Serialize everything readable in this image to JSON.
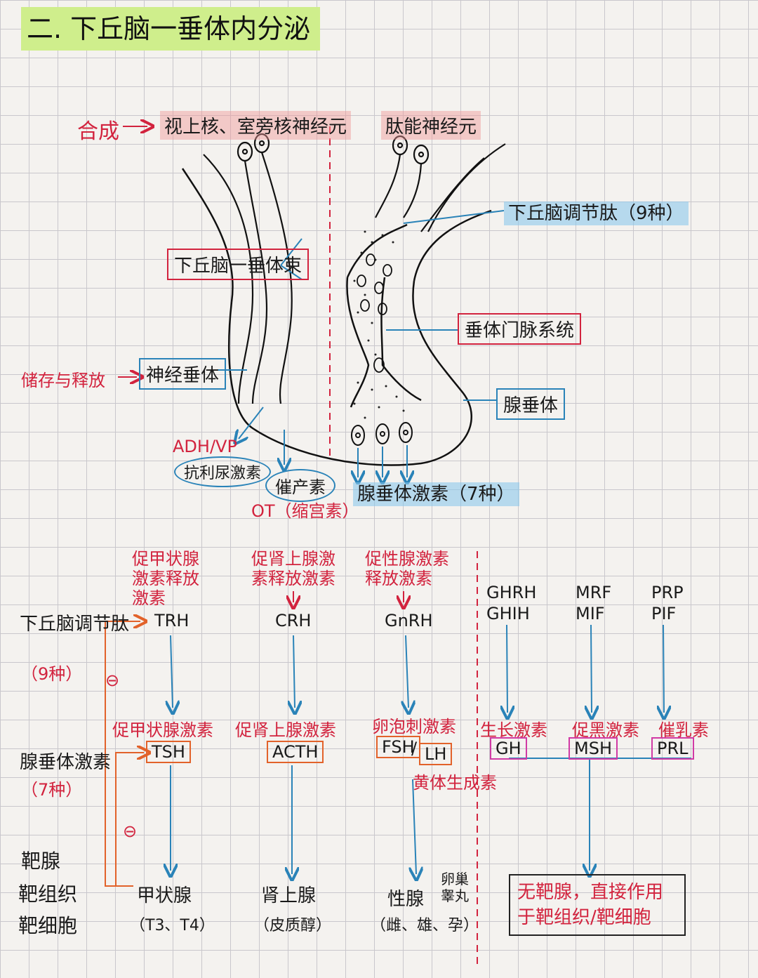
{
  "title": "二. 下丘脑一垂体内分泌",
  "top_diagram": {
    "synthesis_label": "合成",
    "sv_nuclei": "视上核、室旁核神经元",
    "small_cell_neurons": "肽能神经元",
    "hypothalamic_regulatory_peptides": "下丘脑调节肽（9种）",
    "tract": "下丘脑一垂体束",
    "portal_system": "垂体门脉系统",
    "storage_label": "储存与释放",
    "neurohypophysis": "神经垂体",
    "adenohypophysis": "腺垂体",
    "adh": "ADH/VP",
    "antidiuretic": "抗利尿激素",
    "oxytocin": "催产素",
    "ot": "OT（缩宫素）",
    "anterior_hormones": "腺垂体激素（7种）"
  },
  "bottom_diagram": {
    "row_labels": {
      "hypothalamic": "下丘脑调节肽",
      "hypothalamic_count": "（9种）",
      "pituitary": "腺垂体激素",
      "pituitary_count": "（7种）",
      "target_gland": "靶腺",
      "target_tissue": "靶组织",
      "target_cell": "靶细胞"
    },
    "inhibit_symbol": "⊖",
    "axis1": {
      "releasing_name": "促甲状腺激素释放激素",
      "releasing_abbr": "TRH",
      "hormone_name": "促甲状腺激素",
      "hormone_abbr": "TSH",
      "target": "甲状腺",
      "products": "（T3、T4）"
    },
    "axis2": {
      "releasing_name": "促肾上腺激素释放激素",
      "releasing_abbr": "CRH",
      "hormone_name": "促肾上腺激素",
      "hormone_abbr": "ACTH",
      "target": "肾上腺",
      "products": "（皮质醇）"
    },
    "axis3": {
      "releasing_name": "促性腺激素释放激素",
      "releasing_abbr": "GnRH",
      "hormone_name": "卵泡刺激素",
      "hormone_abbr1": "FSH",
      "hormone_abbr2": "LH",
      "hormone_name2": "黄体生成素",
      "target": "性腺",
      "target_sub": "卵巢 睾丸",
      "products": "（雌、雄、孕）"
    },
    "direct": {
      "gh_reg": "GHRH",
      "gh_inh": "GHIH",
      "msh_reg": "MRF",
      "msh_inh": "MIF",
      "prl_reg": "PRP",
      "prl_inh": "PIF",
      "gh_name": "生长激素",
      "gh_abbr": "GH",
      "msh_name": "促黑激素",
      "msh_abbr": "MSH",
      "prl_name": "催乳素",
      "prl_abbr": "PRL",
      "note": "无靶腺，直接作用于靶组织/靶细胞"
    }
  }
}
